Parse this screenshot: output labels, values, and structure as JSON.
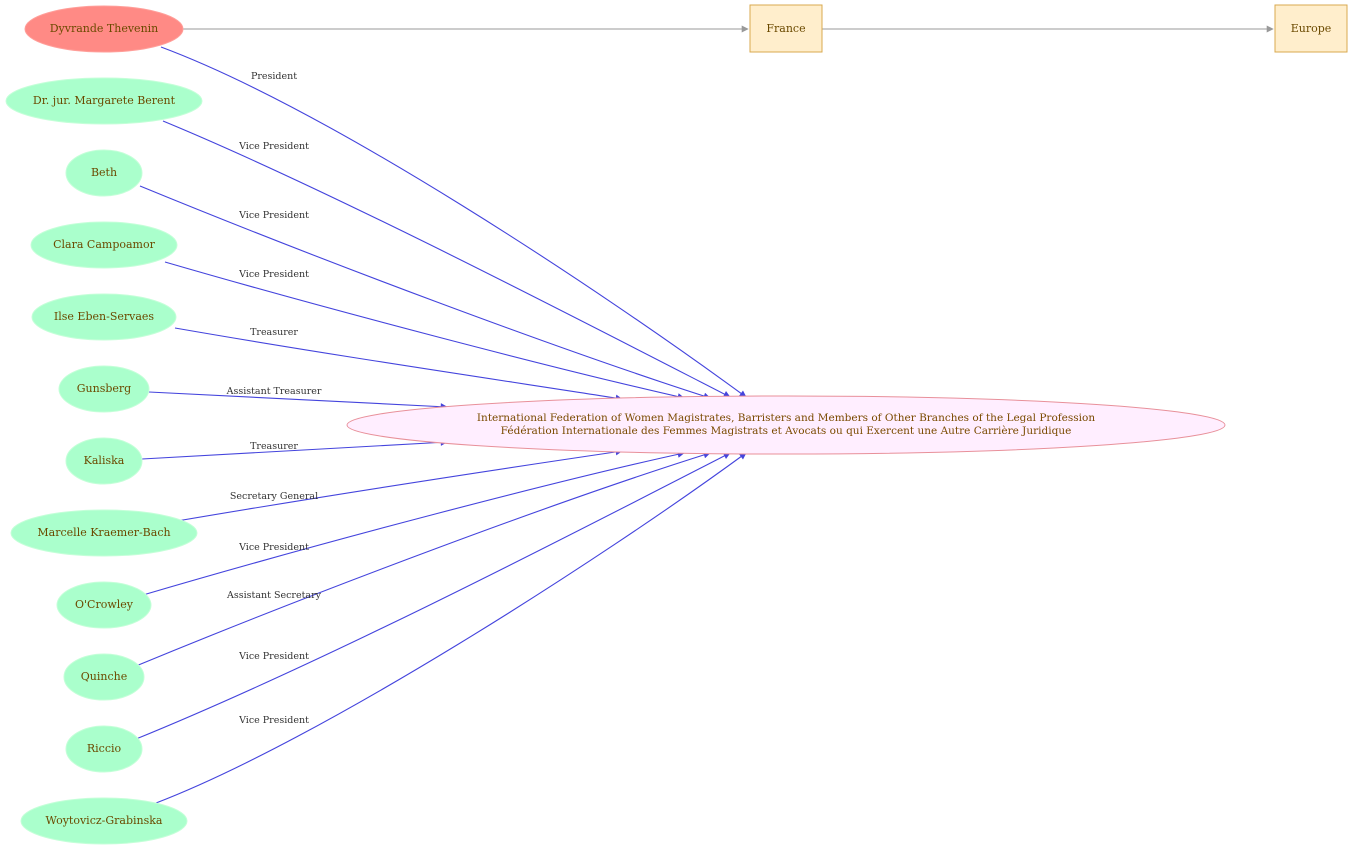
{
  "colors": {
    "founder_fill": "#ff8a85",
    "founder_stroke": "#ff9f9a",
    "person_fill": "#aaffcc",
    "person_stroke": "#c4ffd8",
    "place_fill": "#ffeecc",
    "place_stroke": "#d9a94f",
    "org_fill": "#ffeeff",
    "org_stroke": "#e8909a",
    "role_edge": "#4444dd",
    "location_edge": "#999999",
    "node_text": "#6b4a00"
  },
  "founder": {
    "label": "Dyvrande Thevenin"
  },
  "places": [
    {
      "label": "France"
    },
    {
      "label": "Europe"
    }
  ],
  "organization": {
    "line1": "International Federation of Women Magistrates, Barristers and Members of Other Branches of the Legal Profession",
    "line2": "Fédération Internationale des Femmes Magistrats et Avocats ou qui Exercent une Autre Carrière Juridique"
  },
  "people": [
    {
      "label": "Dr. jur. Margarete Berent"
    },
    {
      "label": "Beth"
    },
    {
      "label": "Clara Campoamor"
    },
    {
      "label": "Ilse Eben-Servaes"
    },
    {
      "label": "Gunsberg"
    },
    {
      "label": "Kaliska"
    },
    {
      "label": "Marcelle Kraemer-Bach"
    },
    {
      "label": "O'Crowley"
    },
    {
      "label": "Quinche"
    },
    {
      "label": "Riccio"
    },
    {
      "label": "Woytovicz-Grabinska"
    }
  ],
  "roles": [
    "President",
    "Vice President",
    "Vice President",
    "Vice President",
    "Treasurer",
    "Assistant Treasurer",
    "Treasurer",
    "Secretary General",
    "Vice President",
    "Assistant Secretary",
    "Vice President",
    "Vice President"
  ]
}
